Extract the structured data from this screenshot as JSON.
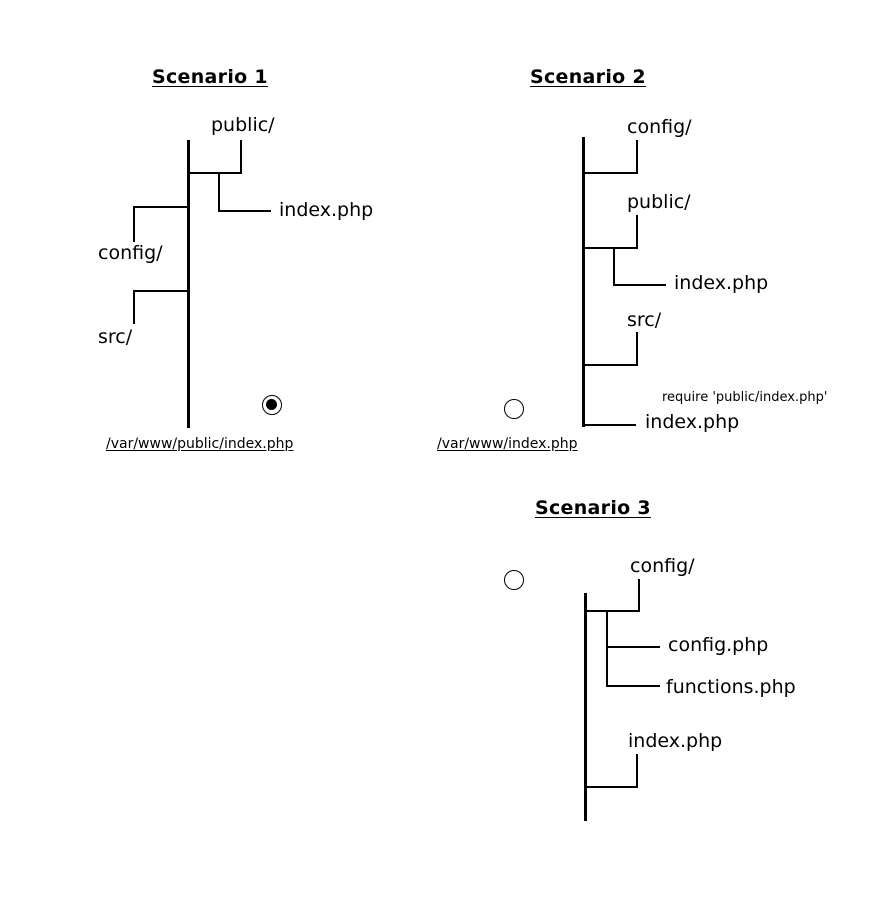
{
  "scenarios": [
    {
      "title": "Scenario 1",
      "selected": true,
      "path_label": "/var/www/public/index.php",
      "nodes": {
        "public": "public/",
        "index": "index.php",
        "config": "config/",
        "src": "src/"
      }
    },
    {
      "title": "Scenario 2",
      "selected": false,
      "path_label": "/var/www/index.php",
      "note": "require 'public/index.php'",
      "nodes": {
        "config": "config/",
        "public": "public/",
        "public_index": "index.php",
        "src": "src/",
        "index": "index.php"
      }
    },
    {
      "title": "Scenario 3",
      "selected": false,
      "nodes": {
        "config": "config/",
        "config_php": "config.php",
        "functions_php": "functions.php",
        "index": "index.php"
      }
    }
  ]
}
